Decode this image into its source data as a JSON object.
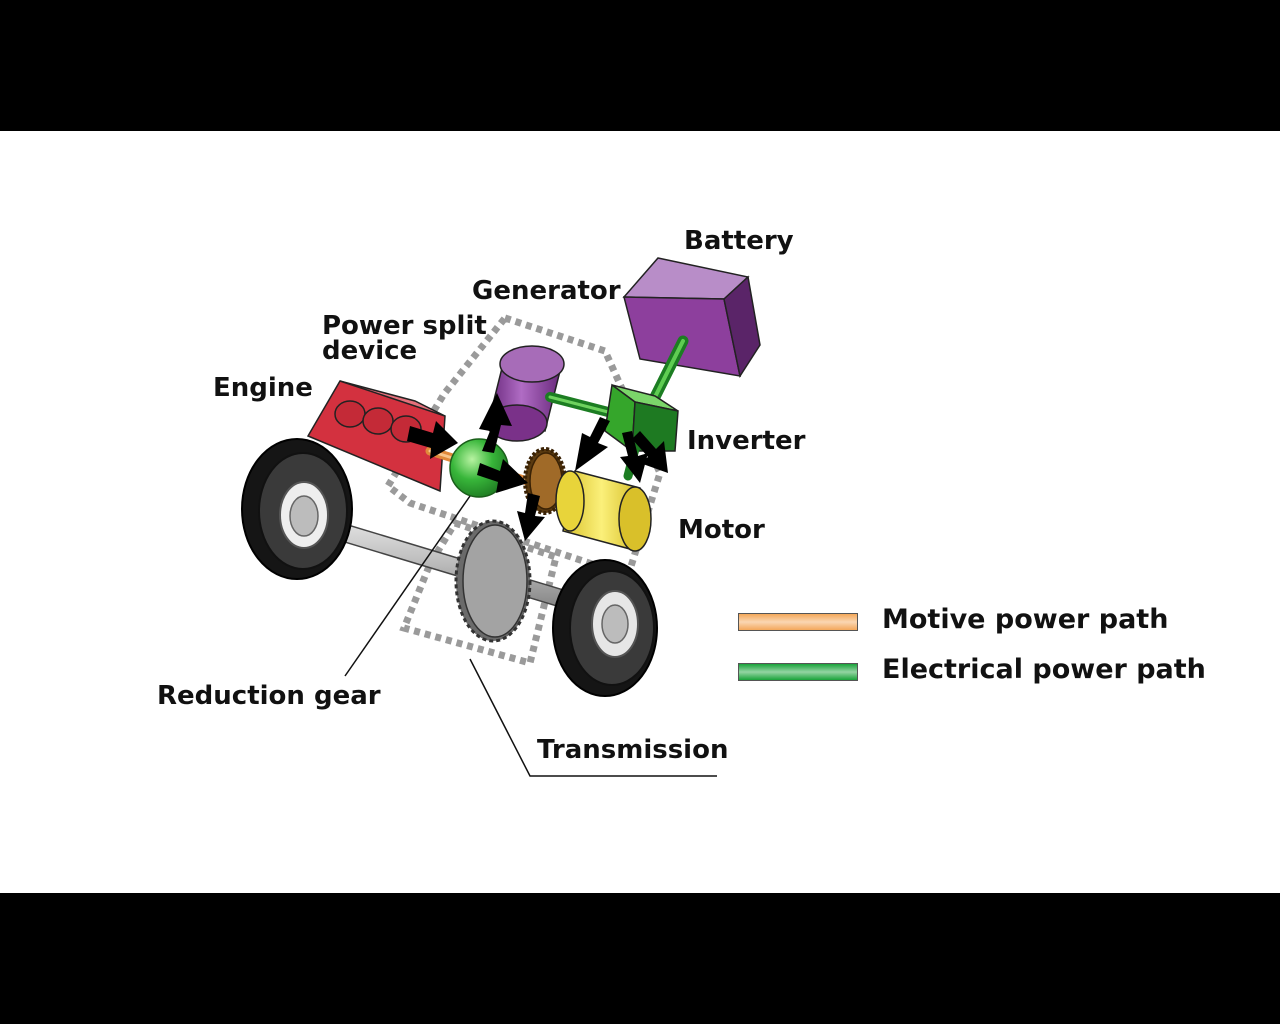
{
  "labels": {
    "battery": "Battery",
    "generator": "Generator",
    "power_split_line1": "Power split",
    "power_split_line2": "device",
    "engine": "Engine",
    "inverter": "Inverter",
    "motor": "Motor",
    "reduction_gear": "Reduction gear",
    "transmission": "Transmission"
  },
  "legend": [
    {
      "label": "Motive power path",
      "color": "#f4a85a"
    },
    {
      "label": "Electrical power path",
      "color": "#1aa33a"
    }
  ],
  "colors": {
    "engine": "#d3313f",
    "generator": "#8d3f9d",
    "battery": "#8d3f9d",
    "inverter": "#35a62b",
    "motor": "#f1e04a",
    "power_split_device": "#35b53a",
    "reduction_gear": "#8a5a1e",
    "transmission_gear": "#9c9c9c",
    "tire": "#2a2a2a"
  }
}
